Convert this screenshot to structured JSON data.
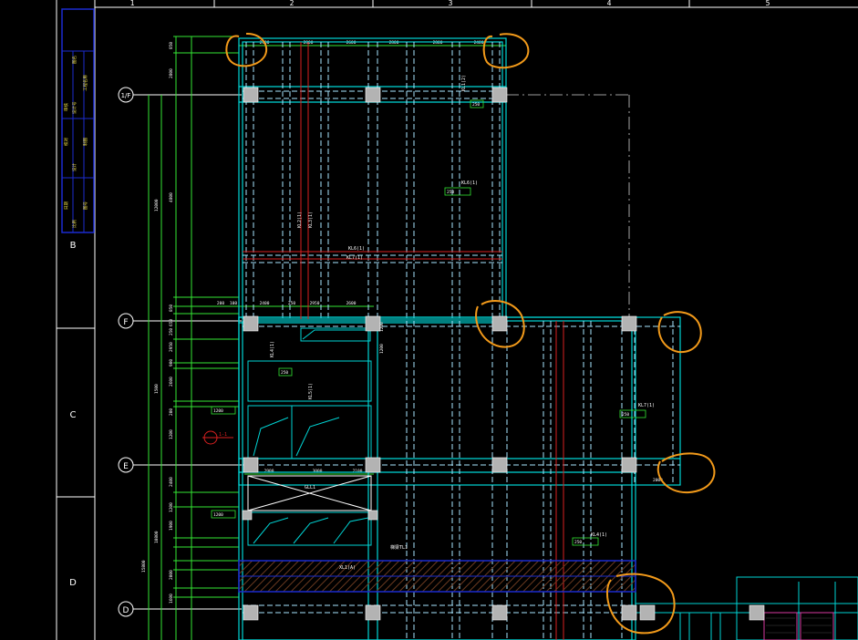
{
  "column_ruler": [
    "1",
    "2",
    "3",
    "4",
    "5"
  ],
  "row_zones": [
    "B",
    "C",
    "D"
  ],
  "axis_bubbles": [
    "1/F",
    "F",
    "E",
    "D"
  ],
  "title_block_fields": [
    "图名",
    "工程名称",
    "设计号",
    "审核",
    "校对",
    "设计",
    "制图",
    "日期",
    "图号",
    "比例"
  ],
  "dims": {
    "top_row": [
      "2400",
      "2800",
      "2600",
      "2800",
      "2800",
      "2400"
    ],
    "mid_row": [
      "200",
      "100",
      "2400",
      "250",
      "2950",
      "2600"
    ],
    "e_row": [
      "2900",
      "3000",
      "2100"
    ],
    "left_col": [
      "850",
      "2800",
      "12000",
      "4800",
      "850",
      "650",
      "250",
      "2950",
      "900",
      "2600",
      "200",
      "1200",
      "1500",
      "2400",
      "1200",
      "1900",
      "2000",
      "1600",
      "10800",
      "15800"
    ],
    "right_tags": [
      "1200",
      "1200",
      "2000"
    ]
  },
  "beams": {
    "kl_a": "KL1(2)",
    "kl_b": "KL2(1)",
    "kl_c": "KL3(1)",
    "kl_d": "KL4(1)",
    "kl_e": "KL5(1)",
    "kl_f": "KL6(1)",
    "kl_g": "KL7(1)",
    "span_tag": "250",
    "marker": "1-1",
    "lintel": "GLL1",
    "lintel_tag": "1200",
    "hatch_label": "XL1(A)",
    "note": "梯梁TL1"
  },
  "colors": {
    "background": "#000000",
    "frame": "#ffffff",
    "grid": "#00d5d5",
    "beam_dash": "#a8e6ff",
    "red_line": "#d92020",
    "dimension": "#34e634",
    "column_fill": "#b3b3b3",
    "title_block": "#1b2bcf",
    "annotation_circle": "#f29a1a",
    "hatch": "#6b3a20"
  }
}
